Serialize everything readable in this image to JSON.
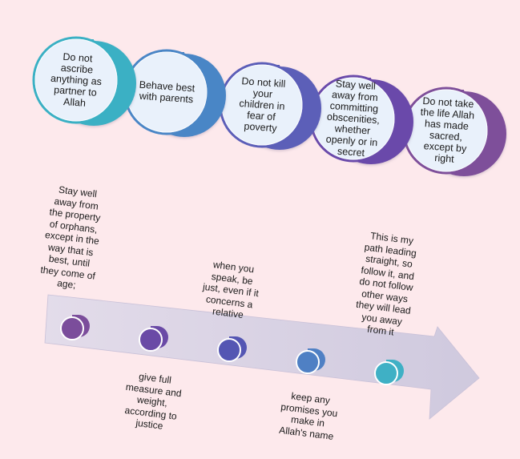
{
  "colors": {
    "background": "#fde9ec",
    "circle_1": "#3ab0c4",
    "circle_2": "#4a86c6",
    "circle_3": "#5b5eb8",
    "circle_4": "#6a4aaa",
    "circle_5": "#7e4f9a",
    "circle_fill": "#e9f1fb",
    "arrow_fill": "#d5cfe0",
    "dot_1": "#7b4d9b",
    "dot_2": "#6a4aa6",
    "dot_3": "#5456b3",
    "dot_4": "#4f80c4",
    "dot_5": "#3fb0c5"
  },
  "circles": [
    {
      "text": "Do not ascribe anything as partner to Allah",
      "lines": [
        "Do not",
        "ascribe",
        "anything as",
        "partner to",
        "Allah"
      ]
    },
    {
      "text": "Behave best with parents",
      "lines": [
        "Behave best",
        "with parents"
      ]
    },
    {
      "text": "Do not kill your children in fear of poverty",
      "lines": [
        "Do not kill",
        "your",
        "children in",
        "fear of",
        "poverty"
      ]
    },
    {
      "text": "Stay well away from committing obscenities, whether openly or in secret",
      "lines": [
        "Stay well",
        "away from",
        "committing",
        "obscenities,",
        "whether",
        "openly or in",
        "secret"
      ]
    },
    {
      "text": "Do not take the life Allah has made sacred, except by right",
      "lines": [
        "Do not take",
        "the life Allah",
        "has made",
        "sacred,",
        "except by",
        "right"
      ]
    }
  ],
  "arrow_items": [
    {
      "position": "above",
      "lines": [
        "Stay well",
        "away from",
        "the property",
        "of orphans,",
        "except in the",
        "way that is",
        "best, until",
        "they come of",
        "age;"
      ]
    },
    {
      "position": "below",
      "lines": [
        "give full",
        "measure and",
        "weight,",
        "according to",
        "justice"
      ]
    },
    {
      "position": "above",
      "lines": [
        "when you",
        "speak, be",
        "just, even if it",
        "concerns a",
        "relative"
      ]
    },
    {
      "position": "below",
      "lines": [
        "keep any",
        "promises you",
        "make in",
        "Allah's name"
      ]
    },
    {
      "position": "above",
      "lines": [
        "This is my",
        "path leading",
        "straight, so",
        "follow it, and",
        "do not follow",
        "other ways",
        "they will lead",
        "you away",
        "from it"
      ]
    }
  ]
}
